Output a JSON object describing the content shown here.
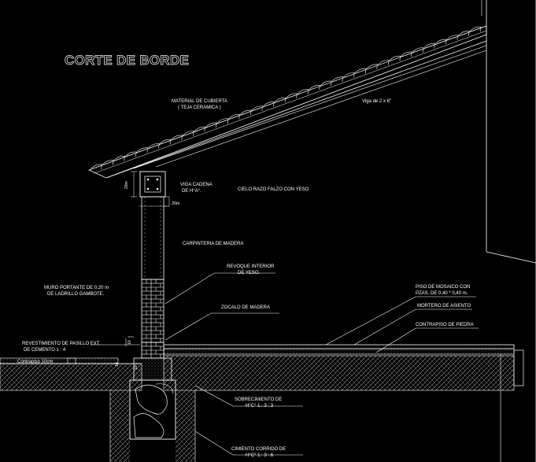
{
  "title": "CORTE DE BORDE",
  "labels": {
    "material_cubierta_1": "MATERIAL DE CUBIERTA",
    "material_cubierta_2": "( TEJA CERAMICA )",
    "viga": "Viga de 2 x 6\"",
    "viga_cadena_1": "VIGA CADENA",
    "viga_cadena_2": "DE H°A°.",
    "cielo_raso": "CIELO RAZO FALZO CON YESO",
    "carpinteria": "CARPINTERIA DE MADERA",
    "revoque_1": "REVOQUE INTERIOR",
    "revoque_2": "DE YESO.",
    "muro_1": "MURO PORTANTE DE 0.20 m",
    "muro_2": "DE LADRILLO GAMBOTE.",
    "zocalo": "ZOCALO DE MADERA",
    "piso_1": "PISO DE MOSAICO CON",
    "piso_2": "PZAS. DE 0,40 * 0,40 m.",
    "mortero": "MORTERO DE ASIENTO",
    "contrapiso": "CONTRAPISO DE PIEDRA",
    "revestimiento_1": "REVESTIMIENTO DE PASILLO EXT.",
    "revestimiento_2": "DE CEMENTO   1 : 4",
    "contrapiso_10": "Contrapiso 10cm",
    "sobrecimiento_1": "SOBRECIMIENTO DE",
    "sobrecimiento_2": "H°C°    1 : 3 : 3",
    "cimiento_1": "CIMIENTO CORRIDO DE",
    "cimiento_2": "H°C°    1 : 3 : 6"
  },
  "dimensions": {
    "d1": "20m",
    "d2": ".20m",
    "d3": "10",
    "d4": "10",
    "d5": "10"
  },
  "colors": {
    "background": "#000000",
    "lines": "#ffffff",
    "hatch": "#bfbfbf"
  }
}
